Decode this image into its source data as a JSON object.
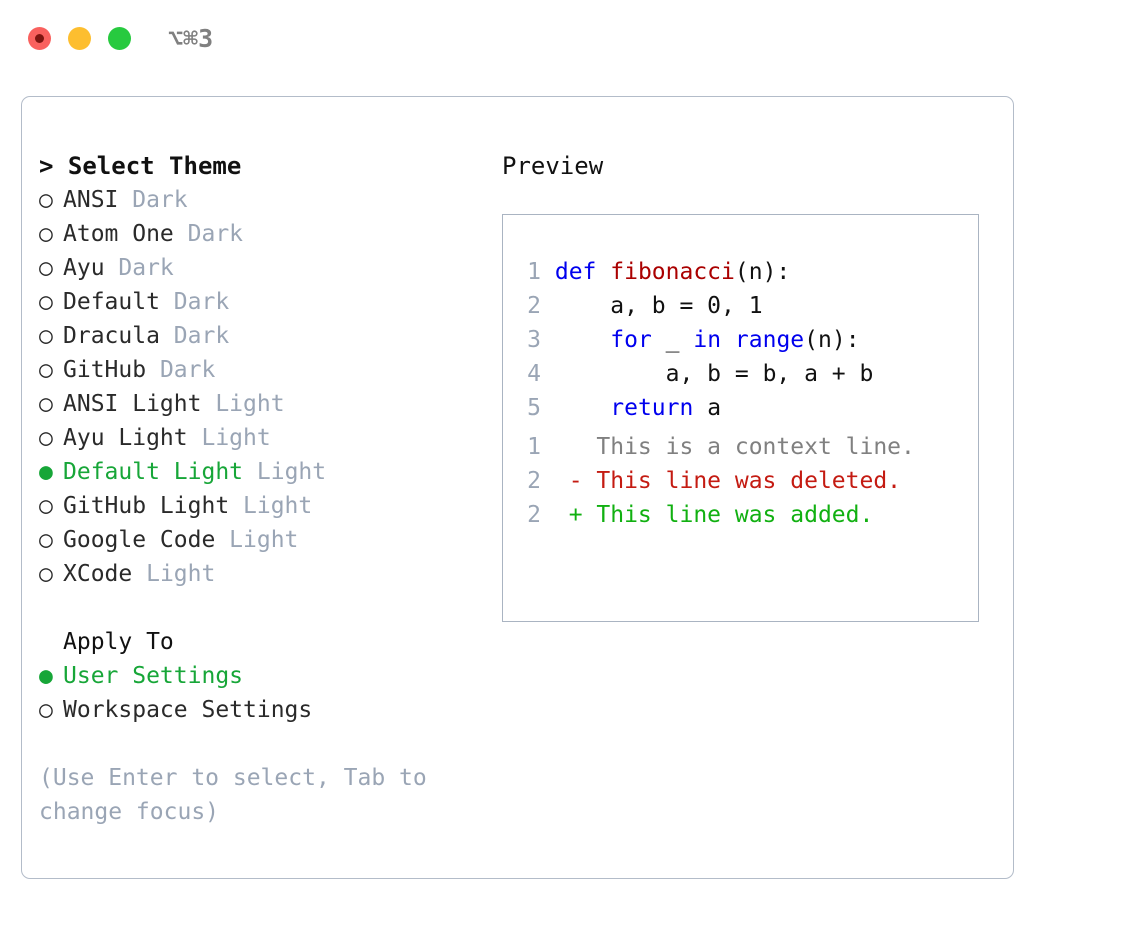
{
  "titlebar": {
    "shortcut": "⌥⌘3",
    "buttons": {
      "close": "close",
      "minimize": "minimize",
      "maximize": "maximize"
    }
  },
  "theme_list": {
    "header": "> Select Theme",
    "marker_selected": "●",
    "marker_unselected": "○",
    "items": [
      {
        "name": "ANSI",
        "tag": "Dark",
        "selected": false
      },
      {
        "name": "Atom One",
        "tag": "Dark",
        "selected": false
      },
      {
        "name": "Ayu",
        "tag": "Dark",
        "selected": false
      },
      {
        "name": "Default",
        "tag": "Dark",
        "selected": false
      },
      {
        "name": "Dracula",
        "tag": "Dark",
        "selected": false
      },
      {
        "name": "GitHub",
        "tag": "Dark",
        "selected": false
      },
      {
        "name": "ANSI Light",
        "tag": "Light",
        "selected": false
      },
      {
        "name": "Ayu Light",
        "tag": "Light",
        "selected": false
      },
      {
        "name": "Default Light",
        "tag": "Light",
        "selected": true
      },
      {
        "name": "GitHub Light",
        "tag": "Light",
        "selected": false
      },
      {
        "name": "Google Code",
        "tag": "Light",
        "selected": false
      },
      {
        "name": "XCode",
        "tag": "Light",
        "selected": false
      }
    ]
  },
  "apply_to": {
    "header": "Apply To",
    "items": [
      {
        "name": "User Settings",
        "selected": true
      },
      {
        "name": "Workspace Settings",
        "selected": false
      }
    ]
  },
  "hint": "(Use Enter to select, Tab to change focus)",
  "preview": {
    "title": "Preview",
    "code_lines": [
      {
        "num": "1",
        "tokens": [
          {
            "t": "def ",
            "c": "kw"
          },
          {
            "t": "fibonacci",
            "c": "fn"
          },
          {
            "t": "(n):",
            "c": "plain"
          }
        ]
      },
      {
        "num": "2",
        "tokens": [
          {
            "t": "    a, b = 0, 1",
            "c": "plain"
          }
        ]
      },
      {
        "num": "3",
        "tokens": [
          {
            "t": "    ",
            "c": "plain"
          },
          {
            "t": "for",
            "c": "kw"
          },
          {
            "t": " _ ",
            "c": "plain"
          },
          {
            "t": "in",
            "c": "kw"
          },
          {
            "t": " ",
            "c": "plain"
          },
          {
            "t": "range",
            "c": "kw"
          },
          {
            "t": "(n):",
            "c": "plain"
          }
        ]
      },
      {
        "num": "4",
        "tokens": [
          {
            "t": "        a, b = b, a + b",
            "c": "plain"
          }
        ]
      },
      {
        "num": "5",
        "tokens": [
          {
            "t": "    ",
            "c": "plain"
          },
          {
            "t": "return",
            "c": "kw"
          },
          {
            "t": " a",
            "c": "plain"
          }
        ]
      }
    ],
    "diff_lines": [
      {
        "num": "1",
        "sign": " ",
        "text": " This is a context line.",
        "kind": "context"
      },
      {
        "num": "2",
        "sign": "-",
        "text": " This line was deleted.",
        "kind": "del"
      },
      {
        "num": "2",
        "sign": "+",
        "text": " This line was added.",
        "kind": "add"
      }
    ]
  },
  "colors": {
    "accent_green": "#17a638",
    "muted_blue_gray": "#9aa5b5",
    "keyword_blue": "#0000ee",
    "function_red": "#aa0000",
    "diff_add": "#11b011",
    "diff_del": "#c41b12",
    "border": "#b3bcc9",
    "traffic_red": "#f9615e",
    "traffic_yellow": "#fdbe2f",
    "traffic_green": "#27ca3f"
  }
}
